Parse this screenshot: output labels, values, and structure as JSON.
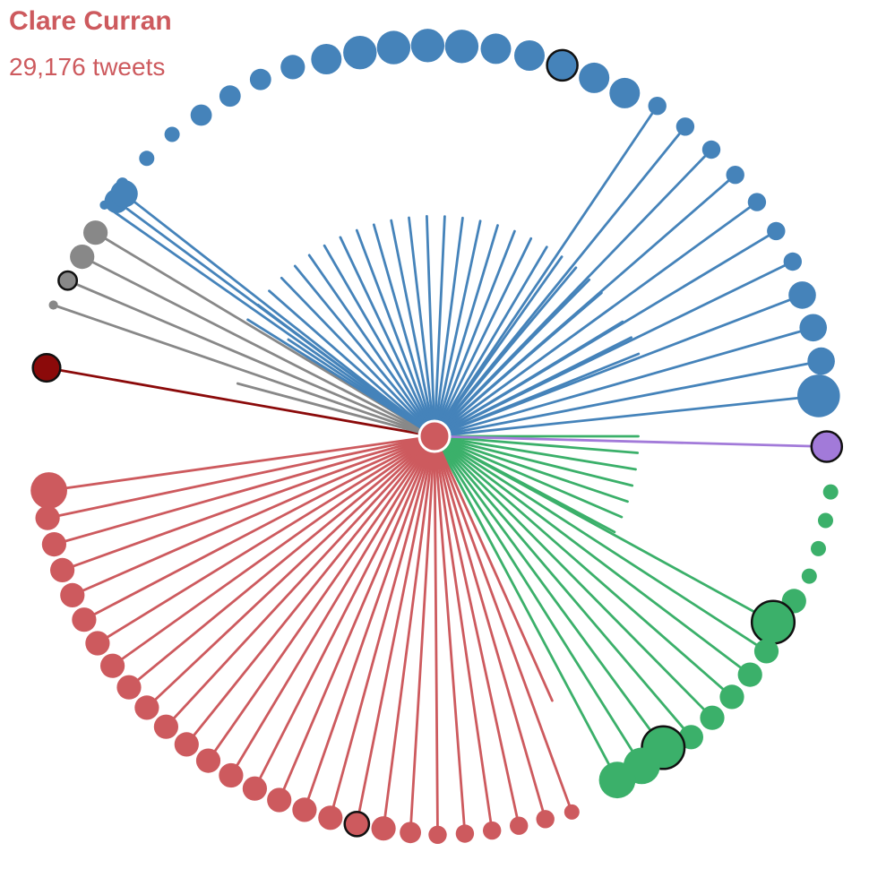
{
  "header": {
    "name": "Clare Curran",
    "tweet_count": "29,176 tweets"
  },
  "colors": {
    "blue": "#4583ba",
    "gray": "#888888",
    "dark_red": "#8b0a0a",
    "red": "#cd5a5e",
    "green": "#3bb06a",
    "purple": "#a27ad9",
    "center_fill": "#cd5a5e",
    "outline": "#111111"
  },
  "groups": [
    {
      "name": "blue",
      "color_key": "blue",
      "nodes": [
        {
          "reach": 0.0,
          "size": 2.0,
          "highlight": false
        },
        {
          "reach": 0.0,
          "size": 2.5,
          "highlight": false
        },
        {
          "reach": 0.0,
          "size": 2.5,
          "highlight": false
        },
        {
          "reach": 0.0,
          "size": 3.5,
          "highlight": false
        },
        {
          "reach": 0.0,
          "size": 3.5,
          "highlight": false
        },
        {
          "reach": 0.0,
          "size": 3.5,
          "highlight": false
        },
        {
          "reach": 0.0,
          "size": 4.0,
          "highlight": false
        },
        {
          "reach": 0.0,
          "size": 5.0,
          "highlight": false
        },
        {
          "reach": 0.0,
          "size": 5.5,
          "highlight": false
        },
        {
          "reach": 0.0,
          "size": 5.5,
          "highlight": false
        },
        {
          "reach": 0.0,
          "size": 5.5,
          "highlight": false
        },
        {
          "reach": 0.0,
          "size": 5.5,
          "highlight": false
        },
        {
          "reach": 0.0,
          "size": 5.0,
          "highlight": false
        },
        {
          "reach": 0.0,
          "size": 5.0,
          "highlight": false
        },
        {
          "reach": 0.0,
          "size": 5.0,
          "highlight": true
        },
        {
          "reach": 0.0,
          "size": 5.0,
          "highlight": false
        },
        {
          "reach": 0.0,
          "size": 5.0,
          "highlight": false
        },
        {
          "reach": 1.0,
          "size": 3.0,
          "highlight": false
        },
        {
          "reach": 1.0,
          "size": 3.0,
          "highlight": false
        },
        {
          "reach": 1.0,
          "size": 3.0,
          "highlight": false
        },
        {
          "reach": 1.0,
          "size": 3.0,
          "highlight": false
        },
        {
          "reach": 1.0,
          "size": 3.0,
          "highlight": false
        },
        {
          "reach": 1.0,
          "size": 3.0,
          "highlight": false
        },
        {
          "reach": 1.0,
          "size": 3.0,
          "highlight": false
        },
        {
          "reach": 1.0,
          "size": 4.5,
          "highlight": false
        },
        {
          "reach": 1.0,
          "size": 4.5,
          "highlight": false
        },
        {
          "reach": 1.0,
          "size": 4.5,
          "highlight": false
        },
        {
          "reach": 1.0,
          "size": 7.0,
          "highlight": false
        }
      ],
      "inner_spokes": 28
    },
    {
      "name": "purple",
      "color_key": "purple",
      "nodes": [
        {
          "reach": 1.0,
          "size": 5.0,
          "highlight": true
        }
      ]
    },
    {
      "name": "green",
      "color_key": "green",
      "nodes": [
        {
          "reach": 0.0,
          "size": 2.5,
          "highlight": false
        },
        {
          "reach": 0.0,
          "size": 2.5,
          "highlight": false
        },
        {
          "reach": 0.0,
          "size": 2.5,
          "highlight": false
        },
        {
          "reach": 0.0,
          "size": 2.5,
          "highlight": false
        },
        {
          "reach": 0.0,
          "size": 4.0,
          "highlight": false
        },
        {
          "reach": 1.0,
          "size": 7.0,
          "highlight": true
        },
        {
          "reach": 1.0,
          "size": 4.0,
          "highlight": false
        },
        {
          "reach": 1.0,
          "size": 4.0,
          "highlight": false
        },
        {
          "reach": 1.0,
          "size": 4.0,
          "highlight": false
        },
        {
          "reach": 1.0,
          "size": 4.0,
          "highlight": false
        },
        {
          "reach": 1.0,
          "size": 4.0,
          "highlight": false
        },
        {
          "reach": 1.0,
          "size": 7.0,
          "highlight": true
        },
        {
          "reach": 1.0,
          "size": 6.0,
          "highlight": false
        },
        {
          "reach": 1.0,
          "size": 6.0,
          "highlight": false
        }
      ],
      "inner_spokes": 7
    },
    {
      "name": "red",
      "color_key": "red",
      "nodes": [
        {
          "reach": 0.71,
          "size": 0.0,
          "highlight": false
        },
        {
          "reach": 1.0,
          "size": 2.5,
          "highlight": false
        },
        {
          "reach": 1.0,
          "size": 3.0,
          "highlight": false
        },
        {
          "reach": 1.0,
          "size": 3.0,
          "highlight": false
        },
        {
          "reach": 1.0,
          "size": 3.0,
          "highlight": false
        },
        {
          "reach": 1.0,
          "size": 3.0,
          "highlight": false
        },
        {
          "reach": 1.0,
          "size": 3.0,
          "highlight": false
        },
        {
          "reach": 1.0,
          "size": 3.5,
          "highlight": false
        },
        {
          "reach": 1.0,
          "size": 4.0,
          "highlight": false
        },
        {
          "reach": 1.0,
          "size": 4.0,
          "highlight": true
        },
        {
          "reach": 1.0,
          "size": 4.0,
          "highlight": false
        },
        {
          "reach": 1.0,
          "size": 4.0,
          "highlight": false
        },
        {
          "reach": 1.0,
          "size": 4.0,
          "highlight": false
        },
        {
          "reach": 1.0,
          "size": 4.0,
          "highlight": false
        },
        {
          "reach": 1.0,
          "size": 4.0,
          "highlight": false
        },
        {
          "reach": 1.0,
          "size": 4.0,
          "highlight": false
        },
        {
          "reach": 1.0,
          "size": 4.0,
          "highlight": false
        },
        {
          "reach": 1.0,
          "size": 4.0,
          "highlight": false
        },
        {
          "reach": 1.0,
          "size": 4.0,
          "highlight": false
        },
        {
          "reach": 1.0,
          "size": 4.0,
          "highlight": false
        },
        {
          "reach": 1.0,
          "size": 4.0,
          "highlight": false
        },
        {
          "reach": 1.0,
          "size": 4.0,
          "highlight": false
        },
        {
          "reach": 1.0,
          "size": 4.0,
          "highlight": false
        },
        {
          "reach": 1.0,
          "size": 4.0,
          "highlight": false
        },
        {
          "reach": 1.0,
          "size": 4.0,
          "highlight": false
        },
        {
          "reach": 1.0,
          "size": 4.0,
          "highlight": false
        },
        {
          "reach": 1.0,
          "size": 4.0,
          "highlight": false
        },
        {
          "reach": 1.0,
          "size": 6.0,
          "highlight": false
        }
      ],
      "inner_spokes": 0
    },
    {
      "name": "dark-red",
      "color_key": "dark_red",
      "nodes": [
        {
          "reach": 1.0,
          "size": 4.5,
          "highlight": true
        }
      ]
    },
    {
      "name": "gray",
      "color_key": "gray",
      "nodes": [
        {
          "reach": 0.5,
          "size": 0.0,
          "highlight": false
        },
        {
          "reach": 1.0,
          "size": 1.5,
          "highlight": false
        },
        {
          "reach": 1.0,
          "size": 3.0,
          "highlight": true
        },
        {
          "reach": 1.0,
          "size": 4.0,
          "highlight": false
        },
        {
          "reach": 1.0,
          "size": 4.0,
          "highlight": false
        }
      ]
    },
    {
      "name": "blue-left",
      "color_key": "blue",
      "nodes": [
        {
          "reach": 0.37,
          "size": 0.0,
          "highlight": false
        },
        {
          "reach": 0.43,
          "size": 0.0,
          "highlight": false
        },
        {
          "reach": 1.0,
          "size": 1.5,
          "highlight": false
        },
        {
          "reach": 1.0,
          "size": 4.0,
          "highlight": false
        },
        {
          "reach": 1.0,
          "size": 4.5,
          "highlight": false
        }
      ]
    }
  ]
}
